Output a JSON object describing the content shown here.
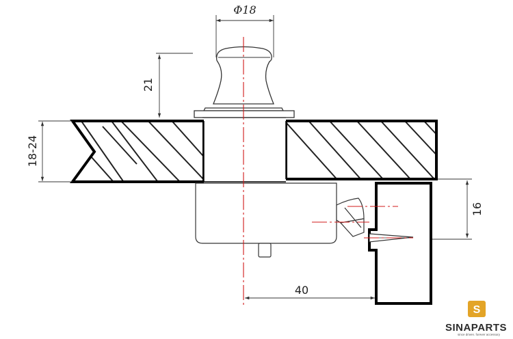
{
  "dimensions": {
    "diameter": "Φ18",
    "knob_height": "21",
    "panel_thickness": "18-24",
    "catch_offset": "16",
    "horizontal_distance": "40"
  },
  "brand": {
    "name": "SINAPARTS",
    "tagline": "since driven. forever accessory",
    "logo_letter": "S",
    "logo_color": "#e3a427"
  },
  "colors": {
    "outline": "#000000",
    "thin_line": "#333333",
    "centerline": "#d01818"
  }
}
